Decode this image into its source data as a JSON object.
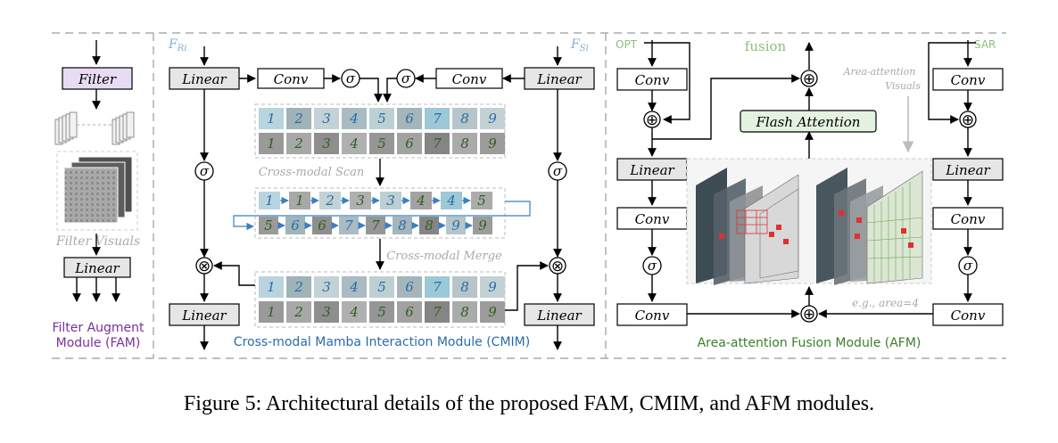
{
  "fam": {
    "filter_label": "Filter",
    "visuals_label": "Filter Visuals",
    "linear_label": "Linear",
    "title_line1": "Filter Augment",
    "title_line2": "Module (FAM)"
  },
  "cmim": {
    "input_left": "F",
    "input_left_sub": "Ri",
    "input_right": "F",
    "input_right_sub": "Si",
    "linear_label": "Linear",
    "conv_label": "Conv",
    "sigma_symbol": "σ",
    "otimes_symbol": "⊗",
    "scan_label": "Cross-modal Scan",
    "merge_label": "Cross-modal Merge",
    "title": "Cross-modal Mamba Interaction Module (CMIM)",
    "tile_numbers": [
      "1",
      "2",
      "3",
      "4",
      "5",
      "6",
      "7",
      "8",
      "9"
    ],
    "scan_top_row": [
      "1",
      "1",
      "2",
      "3",
      "3",
      "4",
      "4",
      "5"
    ],
    "scan_bottom_row": [
      "5",
      "6",
      "6",
      "7",
      "7",
      "8",
      "8",
      "9",
      "9"
    ]
  },
  "afm": {
    "opt_label": "OPT",
    "sar_label": "SAR",
    "fusion_label": "fusion",
    "conv_label": "Conv",
    "linear_label": "Linear",
    "flash_label": "Flash Attention",
    "area_note_line1": "Area-attention",
    "area_note_line2": "Visuals",
    "area_example": "e.g., area=4",
    "oplus_symbol": "⊕",
    "title": "Area-attention Fusion Module (AFM)"
  },
  "caption": "Figure 5: Architectural details of the proposed FAM, CMIM, and AFM modules.",
  "colors": {
    "filter_fill": "#e7dcf3",
    "purple_text": "#7a2f9c",
    "blue_text": "#2b6ca8",
    "light_blue_text": "#7fb0d9",
    "green_text": "#3b7f2a",
    "light_green_text": "#8dc07a",
    "flash_fill": "#e3f3df",
    "linear_fill": "#e6e6e6"
  }
}
